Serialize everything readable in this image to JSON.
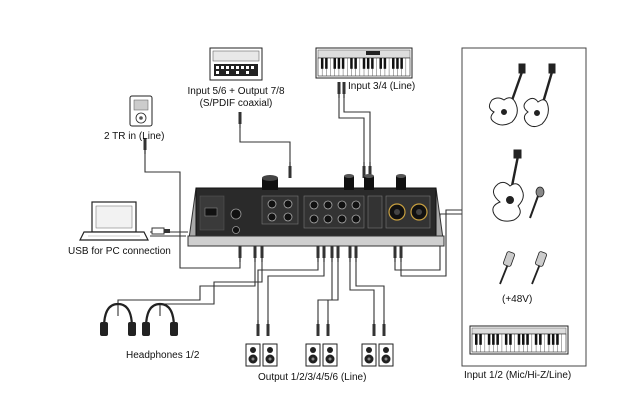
{
  "labels": {
    "spdif": "Input 5/6 + Output 7/8",
    "spdif_sub": "(S/PDIF coaxial)",
    "keyboard_in": "Input 3/4 (Line)",
    "two_tr": "2 TR in (Line)",
    "usb": "USB for PC connection",
    "headphones": "Headphones 1/2",
    "outputs": "Output 1/2/3/4/5/6 (Line)",
    "phantom": "(+48V)",
    "mic_input": "Input 1/2 (Mic/Hi-Z/Line)"
  },
  "devices": [
    "spdif-device",
    "keyboard-top",
    "portable-player",
    "laptop",
    "headphones",
    "monitor-speakers",
    "electric-guitars",
    "acoustic-guitar",
    "vocal-microphone",
    "condenser-microphones",
    "keyboard-bottom",
    "audio-interface"
  ]
}
